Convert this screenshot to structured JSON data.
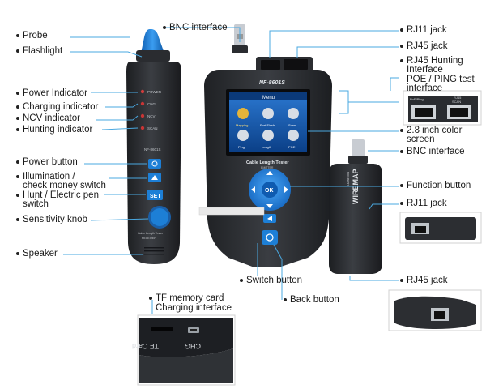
{
  "labels": {
    "probe": "Probe",
    "flashlight": "Flashlight",
    "power_indicator": "Power Indicator",
    "charging_indicator": "Charging indicator",
    "ncv_indicator": "NCV indicator",
    "hunting_indicator": "Hunting indicator",
    "power_button": "Power button",
    "illumination_line1": "Illumination /",
    "illumination_line2": "check money switch",
    "hunt_line1": "Hunt / Electric pen",
    "hunt_line2": "switch",
    "sensitivity_knob": "Sensitivity knob",
    "speaker": "Speaker",
    "bnc_interface_top": "BNC interface",
    "rj11_jack_top": "RJ11 jack",
    "rj45_jack_top": "RJ45 jack",
    "rj45_hunting_line1": "RJ45 Hunting",
    "rj45_hunting_line2": "Interface",
    "poe_line1": "POE / PING test",
    "poe_line2": "interface",
    "color_screen_line1": "2.8 inch color",
    "color_screen_line2": "screen",
    "bnc_interface_right": "BNC interface",
    "function_button": "Function button",
    "rj11_jack_right": "RJ11 jack",
    "rj45_jack_bottom": "RJ45 jack",
    "switch_button": "Switch button",
    "back_button": "Back button",
    "tf_card_line1": "TF memory card",
    "tf_card_line2": "Charging interface"
  },
  "probe_device": {
    "led_labels": [
      "POWER",
      "CHG",
      "NCV",
      "SCAN"
    ],
    "model": "NF-8601S",
    "set_label": "SET",
    "bottom_text_line1": "Cable Length Tester",
    "bottom_text_line2": "RECEIVER"
  },
  "main_device": {
    "model": "NF-8601S",
    "screen_title": "Menu",
    "menu_items": [
      "Mapping",
      "Port Flash",
      "Scan",
      "Ping",
      "Length",
      "POE"
    ],
    "brand_line1": "Cable Length Tester",
    "brand_line2": "EMITTER",
    "ok_label": "OK"
  },
  "remote_unit": {
    "model": "NF-8601",
    "name": "WIREMAP"
  },
  "inset_poe": {
    "left_label": "PoE/Ping",
    "right_label_line1": "RJ45",
    "right_label_line2": "SCAN"
  },
  "inset_tf": {
    "tf_label": "TF Card",
    "chg_label": "CHG"
  },
  "colors": {
    "accent_blue": "#1d7fd6",
    "leader_line": "#4aa8e0",
    "device_body": "#2d2f33",
    "screen_blue": "#0f4f9c"
  }
}
